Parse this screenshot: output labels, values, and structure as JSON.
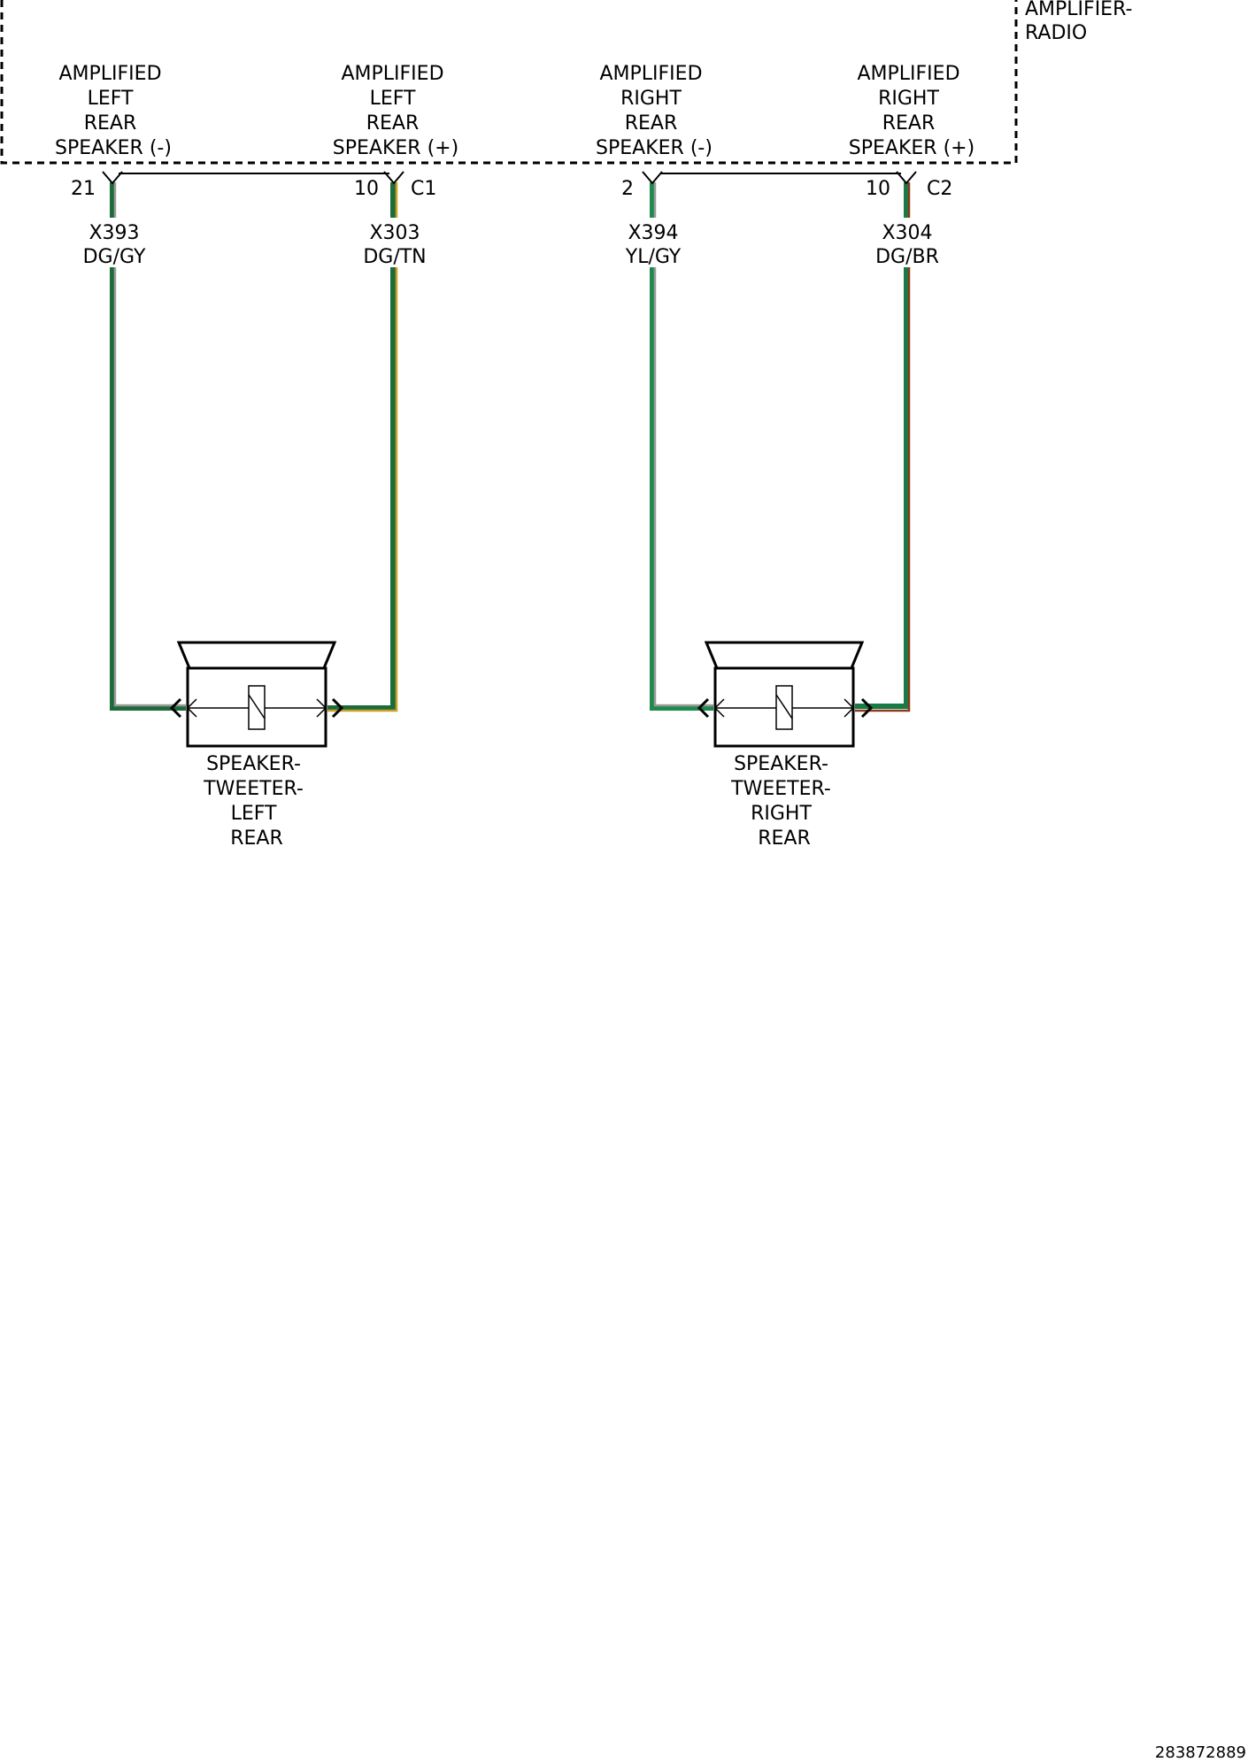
{
  "module": {
    "name_lines": [
      "AMPLIFIER-",
      "RADIO"
    ]
  },
  "circuits": [
    {
      "function_lines": [
        "AMPLIFIED",
        "LEFT",
        "REAR",
        "SPEAKER (-)"
      ],
      "pin": "21",
      "connector": "",
      "circuit": "X393",
      "wire_color_code": "DG/GY",
      "wire_colors": [
        "#1d6b3a",
        "#9a9a9a"
      ]
    },
    {
      "function_lines": [
        "AMPLIFIED",
        "LEFT",
        "REAR",
        "SPEAKER (+)"
      ],
      "pin": "10",
      "connector": "C1",
      "circuit": "X303",
      "wire_color_code": "DG/TN",
      "wire_colors": [
        "#1d6b3a",
        "#c9a227"
      ]
    },
    {
      "function_lines": [
        "AMPLIFIED",
        "RIGHT",
        "REAR",
        "SPEAKER (-)"
      ],
      "pin": "2",
      "connector": "",
      "circuit": "X394",
      "wire_color_code": "YL/GY",
      "wire_colors": [
        "#1d8a4e",
        "#9a9a9a"
      ]
    },
    {
      "function_lines": [
        "AMPLIFIED",
        "RIGHT",
        "REAR",
        "SPEAKER (+)"
      ],
      "pin": "10",
      "connector": "C2",
      "circuit": "X304",
      "wire_color_code": "DG/BR",
      "wire_colors": [
        "#1a7a45",
        "#8a3a1a"
      ]
    }
  ],
  "components": [
    {
      "name_lines": [
        "SPEAKER-",
        "TWEETER-",
        "LEFT",
        "REAR"
      ]
    },
    {
      "name_lines": [
        "SPEAKER-",
        "TWEETER-",
        "RIGHT",
        "REAR"
      ]
    }
  ],
  "document_id": "283872889"
}
